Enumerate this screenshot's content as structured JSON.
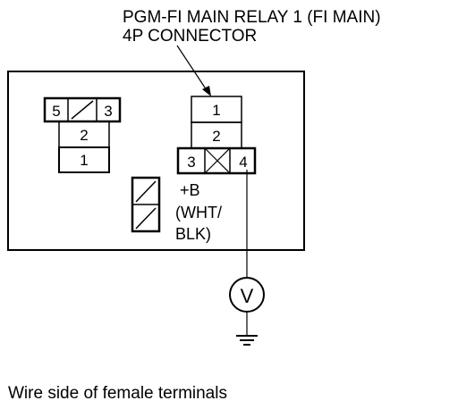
{
  "title": {
    "line1": "PGM-FI MAIN RELAY 1 (FI MAIN)",
    "line2": "4P CONNECTOR"
  },
  "left_connector": {
    "pin_5": "5",
    "pin_3": "3",
    "pin_2": "2",
    "pin_1": "1"
  },
  "right_connector": {
    "pin_1": "1",
    "pin_2": "2",
    "pin_3": "3",
    "pin_4": "4"
  },
  "wire_label": {
    "line1": "+B",
    "line2": "(WHT/",
    "line3": "BLK)"
  },
  "meter_symbol": "V",
  "caption": "Wire side of female terminals"
}
